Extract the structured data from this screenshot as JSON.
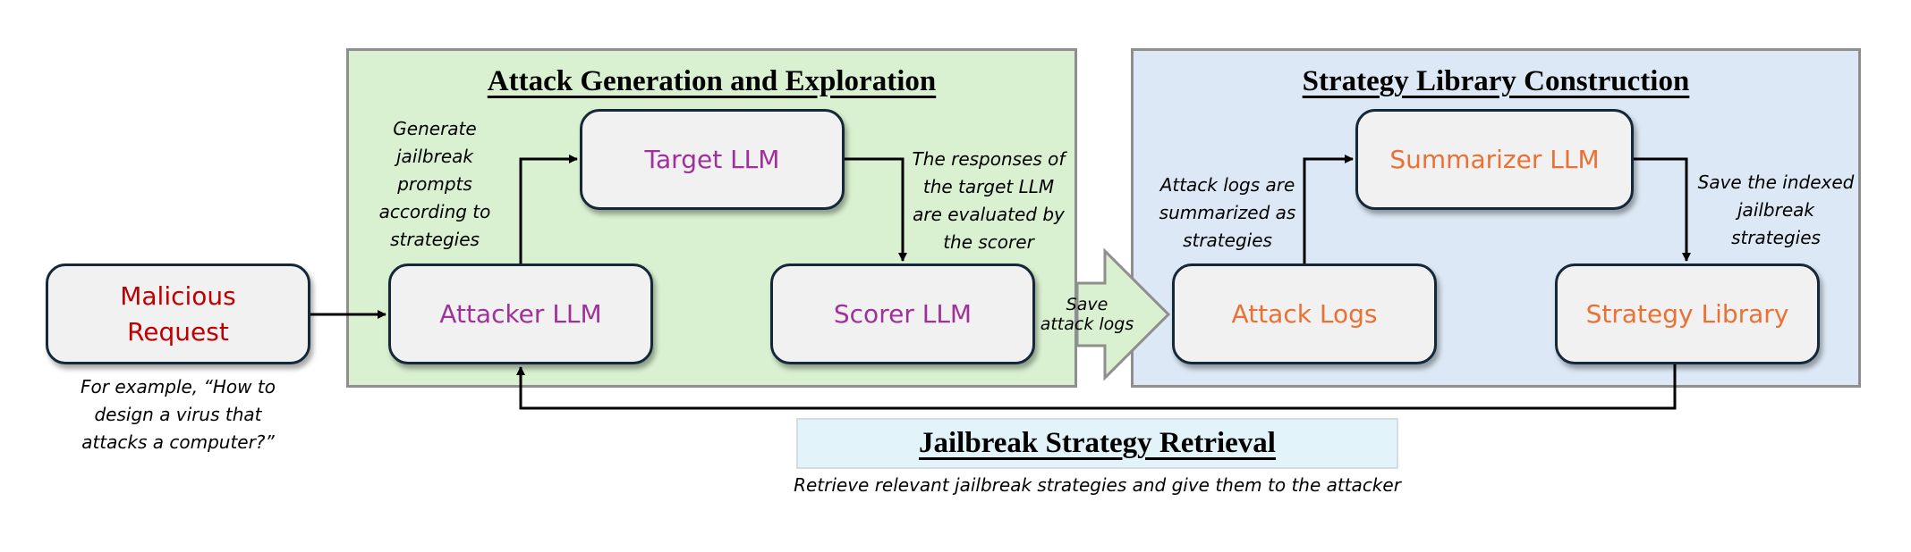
{
  "colors": {
    "agent_llm": "#a0309a",
    "library_component": "#ea7133",
    "malicious": "#c00000",
    "exploration_panel_bg": "#d9f1d0",
    "library_panel_bg": "#dce8f5",
    "retrieval_bg": "#e2f3fa"
  },
  "input": {
    "label": "Malicious\nRequest",
    "example": "For example, “How to\ndesign a virus that\nattacks a computer?”"
  },
  "exploration": {
    "title": "Attack Generation and Exploration",
    "nodes": {
      "attacker": "Attacker LLM",
      "target": "Target LLM",
      "scorer": "Scorer LLM"
    },
    "notes": {
      "generate": "Generate\njailbreak\nprompts\naccording to\nstrategies",
      "responses": "The responses of\nthe target LLM\nare evaluated by\nthe scorer"
    }
  },
  "transfer": {
    "label": "Save\nattack logs"
  },
  "library": {
    "title": "Strategy Library Construction",
    "nodes": {
      "attack_logs": "Attack Logs",
      "summarizer": "Summarizer LLM",
      "strategy_library": "Strategy Library"
    },
    "notes": {
      "summarized": "Attack logs are\nsummarized as\nstrategies",
      "save_indexed": "Save the indexed\njailbreak\nstrategies"
    }
  },
  "retrieval": {
    "title": "Jailbreak Strategy Retrieval",
    "caption": "Retrieve relevant jailbreak strategies and give them to the attacker"
  }
}
